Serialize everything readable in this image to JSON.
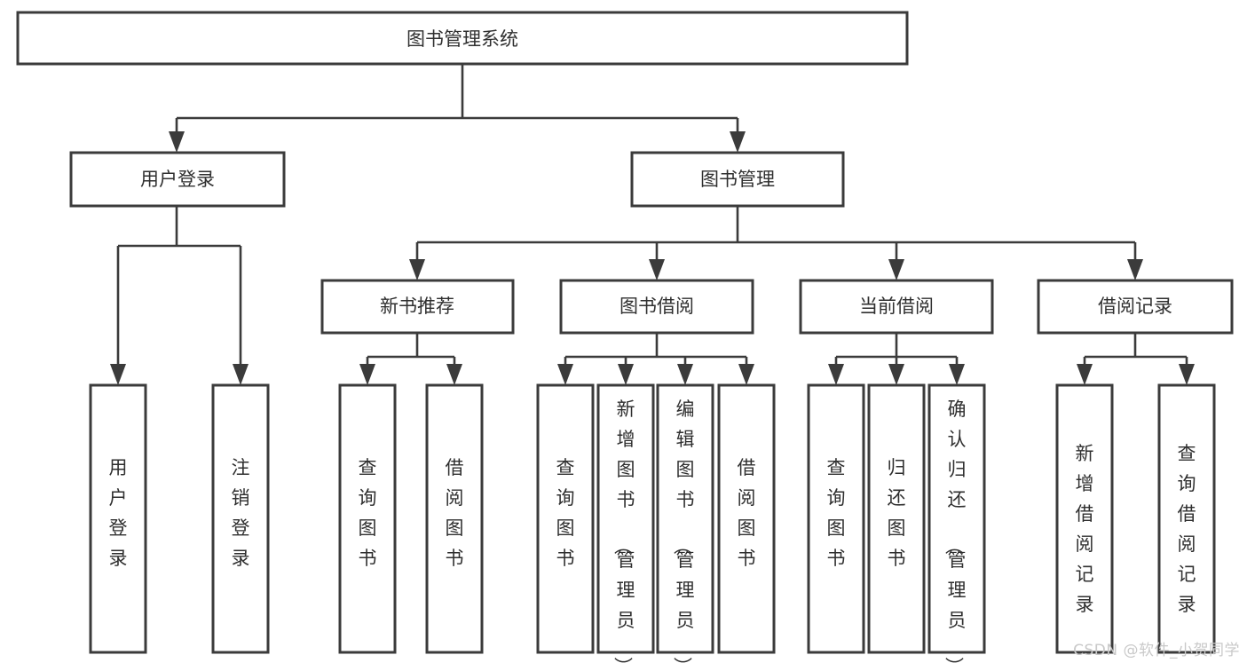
{
  "diagram": {
    "type": "tree-hierarchy",
    "title": "图书管理系统",
    "watermark": "CSDN @软件_小贺同学",
    "colors": {
      "box_stroke": "#3b3b3b",
      "box_fill": "#ffffff",
      "text": "#2f2f2f",
      "connector": "#3b3b3b",
      "watermark": "#c9c9c9",
      "background": "#ffffff"
    },
    "levels": {
      "level0": [
        {
          "id": "root",
          "label": "图书管理系统"
        }
      ],
      "level1": [
        {
          "id": "user-login",
          "label": "用户登录",
          "parent": "root"
        },
        {
          "id": "book-manage",
          "label": "图书管理",
          "parent": "root"
        }
      ],
      "level2": [
        {
          "id": "new-book-rec",
          "label": "新书推荐",
          "parent": "book-manage"
        },
        {
          "id": "book-borrow",
          "label": "图书借阅",
          "parent": "book-manage"
        },
        {
          "id": "current-borrow",
          "label": "当前借阅",
          "parent": "book-manage"
        },
        {
          "id": "borrow-record",
          "label": "借阅记录",
          "parent": "book-manage"
        }
      ],
      "leaves": [
        {
          "id": "leaf-user-login",
          "label": "用户登录",
          "parent": "user-login"
        },
        {
          "id": "leaf-logout",
          "label": "注销登录",
          "parent": "user-login"
        },
        {
          "id": "leaf-query-book-1",
          "label": "查询图书",
          "parent": "new-book-rec"
        },
        {
          "id": "leaf-borrow-book-1",
          "label": "借阅图书",
          "parent": "new-book-rec"
        },
        {
          "id": "leaf-query-book-2",
          "label": "查询图书",
          "parent": "book-borrow"
        },
        {
          "id": "leaf-add-book",
          "label": "新增图书（管理员）",
          "parent": "book-borrow"
        },
        {
          "id": "leaf-edit-book",
          "label": "编辑图书（管理员）",
          "parent": "book-borrow"
        },
        {
          "id": "leaf-borrow-book-2",
          "label": "借阅图书",
          "parent": "book-borrow"
        },
        {
          "id": "leaf-query-book-3",
          "label": "查询图书",
          "parent": "current-borrow"
        },
        {
          "id": "leaf-return-book",
          "label": "归还图书",
          "parent": "current-borrow"
        },
        {
          "id": "leaf-confirm-return",
          "label": "确认归还（管理员）",
          "parent": "current-borrow"
        },
        {
          "id": "leaf-add-record",
          "label": "新增借阅记录",
          "parent": "borrow-record"
        },
        {
          "id": "leaf-query-record",
          "label": "查询借阅记录",
          "parent": "borrow-record"
        }
      ]
    }
  }
}
